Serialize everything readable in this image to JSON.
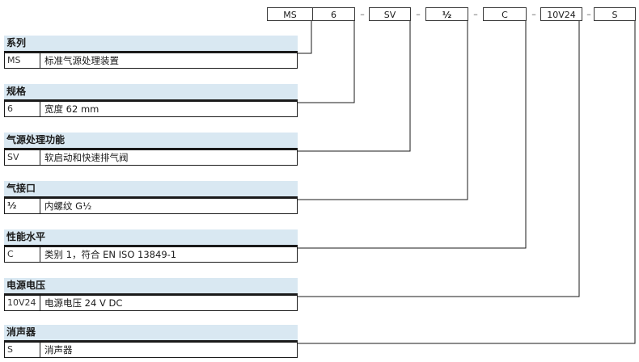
{
  "order_code": {
    "segments": [
      "MS",
      "6",
      "SV",
      "½",
      "C",
      "10V24",
      "S"
    ],
    "separator": "–"
  },
  "sections": [
    {
      "title": "系列",
      "code": "MS",
      "description": "标准气源处理装置"
    },
    {
      "title": "规格",
      "code": "6",
      "description": "宽度 62 mm"
    },
    {
      "title": "气源处理功能",
      "code": "SV",
      "description": "软启动和快速排气阀"
    },
    {
      "title": "气接口",
      "code": "½",
      "description": "内螺纹 G½"
    },
    {
      "title": "性能水平",
      "code": "C",
      "description": "类别 1，符合 EN ISO 13849-1"
    },
    {
      "title": "电源电压",
      "code": "10V24",
      "description": "电源电压 24 V DC"
    },
    {
      "title": "消声器",
      "code": "S",
      "description": "消声器"
    }
  ]
}
